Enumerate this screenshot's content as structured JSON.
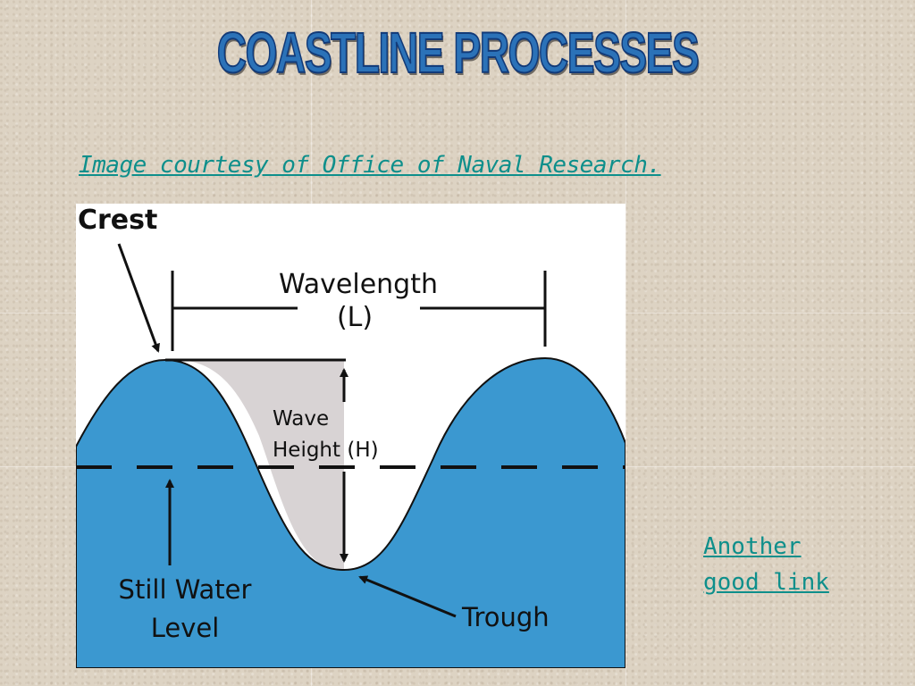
{
  "title": "COASTLINE PROCESSES",
  "credit_link": "Image courtesy of Office of Naval Research.",
  "another_link": {
    "line1": "Another",
    "line2": "good link"
  },
  "diagram": {
    "crest": "Crest",
    "wavelength": "Wavelength",
    "wavelength_symbol": "(L)",
    "wave_height_line1": "Wave",
    "wave_height_line2": "Height (H)",
    "still_water_line1": "Still Water",
    "still_water_line2": "Level",
    "trough": "Trough",
    "colors": {
      "water": "#3b98d0",
      "height_fill": "#d8d3d4",
      "ink": "#111111"
    }
  }
}
